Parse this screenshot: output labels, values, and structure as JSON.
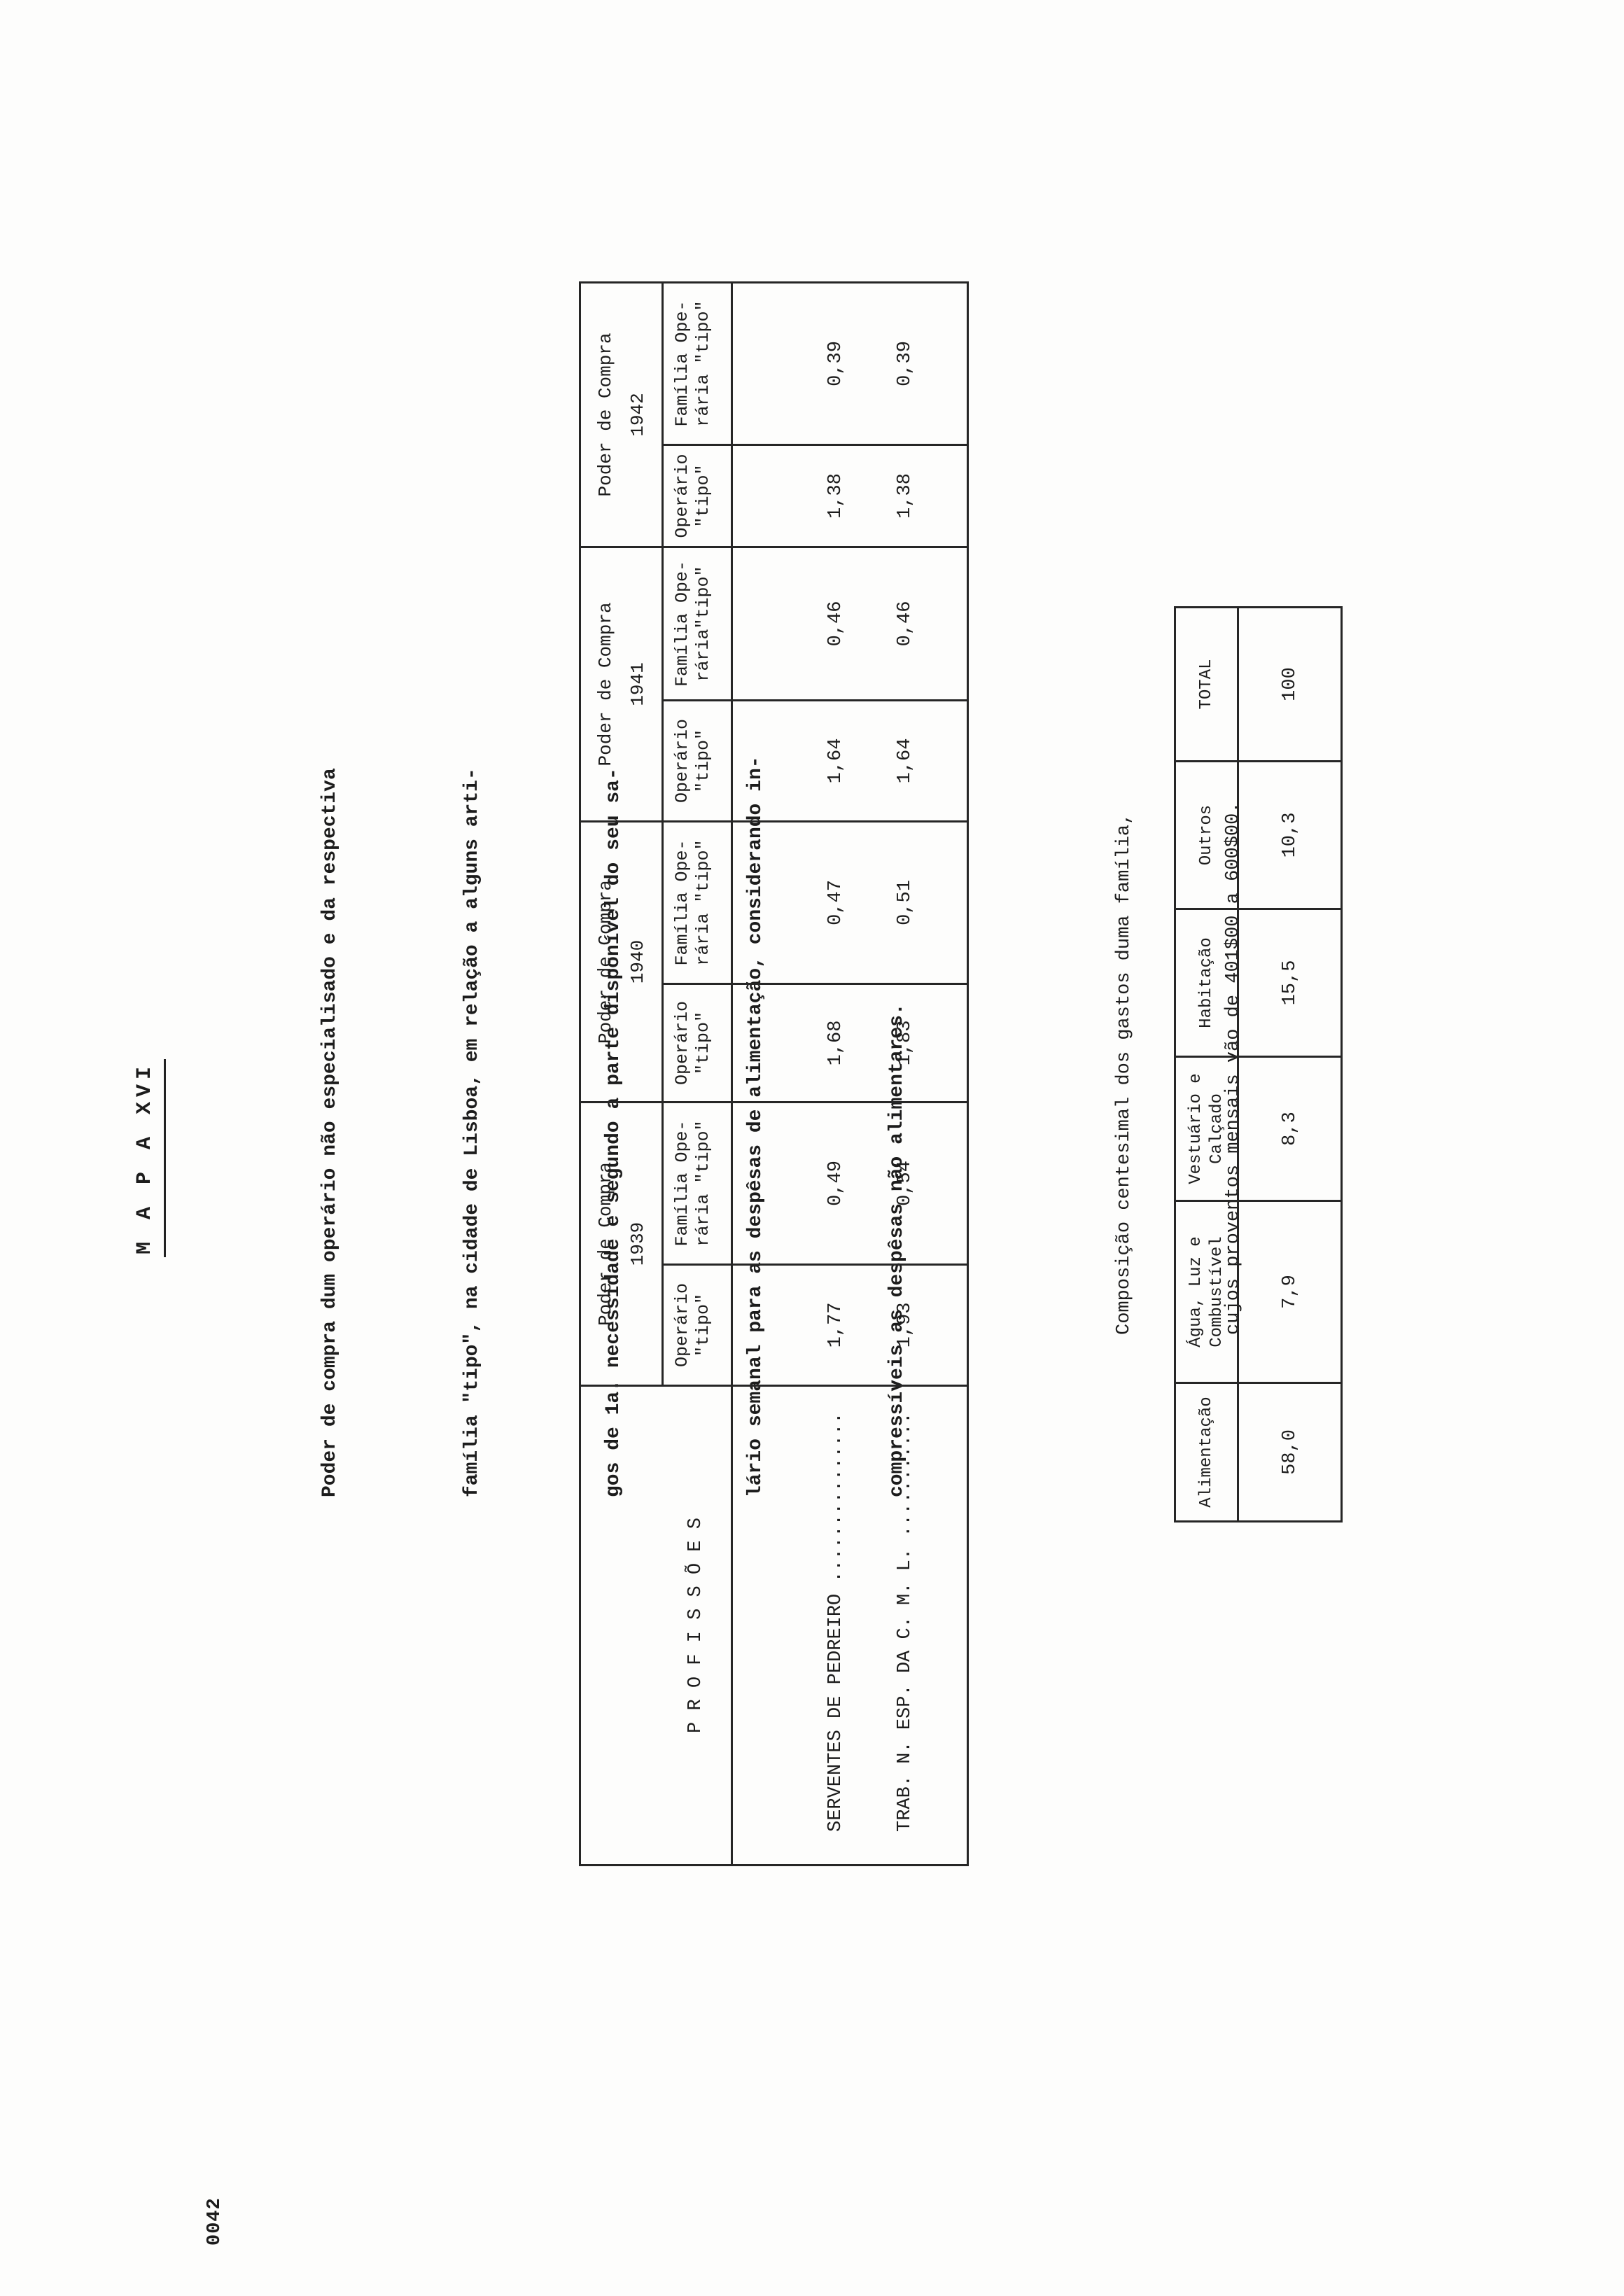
{
  "title": "M A P A XVI",
  "intro": [
    "Poder de compra dum operário não especialisado e da respectiva",
    "família \"tipo\", na cidade de Lisboa, em relação a alguns arti-",
    "gos de 1a. necessidade e segundo a parte disponível do seu sa-",
    "lário semanal para as despêsas de alimentação, considerando in-",
    "compressíveis as despêsas não alimentares."
  ],
  "power_table": {
    "professions_header": "P R O F I S S Õ E S",
    "groups": [
      {
        "label": "Poder de Compra",
        "year": "1939",
        "worker": [
          "Operário",
          "\"tipo\""
        ],
        "family": [
          "Família Ope-",
          "rária \"tipo\""
        ]
      },
      {
        "label": "Poder de Compra",
        "year": "1940",
        "worker": [
          "Operário",
          "\"tipo\""
        ],
        "family": [
          "Família Ope-",
          "rária \"tipo\""
        ]
      },
      {
        "label": "Poder de Compra",
        "year": "1941",
        "worker": [
          "Operário",
          "\"tipo\""
        ],
        "family": [
          "Família Ope-",
          "rária\"tipo\""
        ]
      },
      {
        "label": "Poder de Compra",
        "year": "1942",
        "worker": [
          "Operário",
          "\"tipo\""
        ],
        "family": [
          "Família Ope-",
          "rária \"tipo\""
        ]
      }
    ],
    "rows": [
      {
        "profession": "SERVENTES DE PEDREIRO",
        "leader": "...............",
        "values": [
          "1,77",
          "0,49",
          "1,68",
          "0,47",
          "1,64",
          "0,46",
          "1,38",
          "0,39"
        ]
      },
      {
        "profession": "TRAB. N. ESP. DA C. M. L.",
        "leader": "...........",
        "values": [
          "1,93",
          "0,54",
          "1,83",
          "0,51",
          "1,64",
          "0,46",
          "1,38",
          "0,39"
        ]
      }
    ]
  },
  "caption": [
    "Composição centesimal dos gastos duma família,",
    "cujos proventos mensais vão de 401$00 a 600$00."
  ],
  "expense_table": {
    "headers": [
      [
        "Alimentação"
      ],
      [
        "Água, Luz e",
        "Combustível"
      ],
      [
        "Vestuário e",
        "Calçado"
      ],
      [
        "Habitação"
      ],
      [
        "Outros"
      ],
      [
        "TOTAL"
      ]
    ],
    "values": [
      "58,0",
      "7,9",
      "8,3",
      "15,5",
      "10,3",
      "100"
    ]
  },
  "folio": "0042"
}
